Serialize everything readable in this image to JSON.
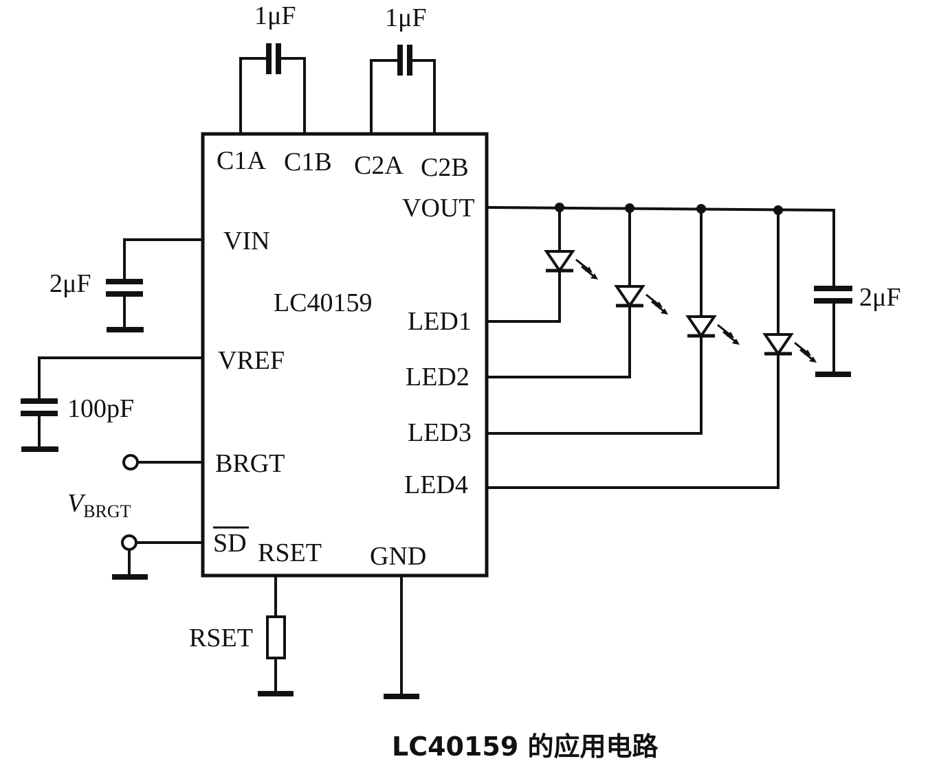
{
  "ic": {
    "part_number": "LC40159",
    "pins": {
      "c1a": "C1A",
      "c1b": "C1B",
      "c2a": "C2A",
      "c2b": "C2B",
      "vout": "VOUT",
      "vin": "VIN",
      "led1": "LED1",
      "led2": "LED2",
      "led3": "LED3",
      "led4": "LED4",
      "vref": "VREF",
      "brgt": "BRGT",
      "sd": "SD",
      "rset": "RSET",
      "gnd": "GND"
    }
  },
  "components": {
    "c1_value": "1μF",
    "c2_value": "1μF",
    "vin_cap_value": "2μF",
    "vout_cap_value": "2μF",
    "vref_cap_value": "100pF",
    "rset_label": "RSET",
    "vbrgt_label_main": "V",
    "vbrgt_label_sub": "BRGT"
  },
  "caption": "LC40159 的应用电路",
  "leds": [
    "LED1",
    "LED2",
    "LED3",
    "LED4"
  ]
}
